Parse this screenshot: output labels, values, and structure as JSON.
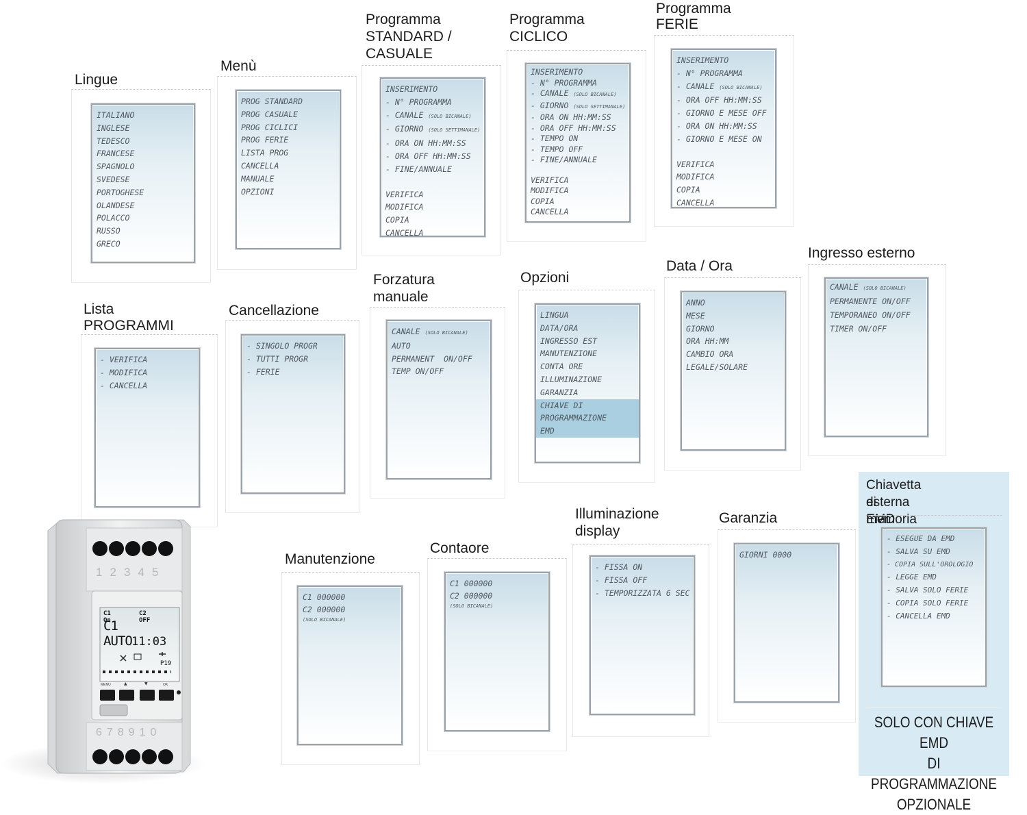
{
  "panels": {
    "lingue": {
      "title": "Lingue",
      "lines": [
        "ITALIANO",
        "INGLESE",
        "TEDESCO",
        "FRANCESE",
        "SPAGNOLO",
        "SVEDESE",
        "PORTOGHESE",
        "OLANDESE",
        "POLACCO",
        "RUSSO",
        "GRECO"
      ]
    },
    "menu": {
      "title": "Menù",
      "lines": [
        "PROG STANDARD",
        "PROG CASUALE",
        "PROG CICLICI",
        "PROG FERIE",
        "LISTA PROG",
        "CANCELLA",
        "MANUALE",
        "OPZIONI"
      ]
    },
    "standard": {
      "title_1": "Programma",
      "title_2": "STANDARD /",
      "title_3": "CASUALE",
      "l1": "INSERIMENTO",
      "l2": "- N° PROGRAMMA",
      "l3": "- CANALE",
      "n3": "(SOLO BICANALE)",
      "l4": "- GIORNO",
      "n4": "(SOLO SETTIMANALE)",
      "l5": "- ORA ON HH:MM:SS",
      "l6": "- ORA OFF HH:MM:SS",
      "l7": "- FINE/ANNUALE",
      "l8": "VERIFICA",
      "l9": "MODIFICA",
      "l10": "COPIA",
      "l11": "CANCELLA"
    },
    "ciclico": {
      "title_1": "Programma",
      "title_2": "CICLICO",
      "l1": "INSERIMENTO",
      "l2": "- N° PROGRAMMA",
      "l3": "- CANALE",
      "n3": "(SOLO BICANALE)",
      "l4": "- GIORNO",
      "n4": "(SOLO SETTIMANALE)",
      "l5": "- ORA ON HH:MM:SS",
      "l6": "- ORA OFF HH:MM:SS",
      "l7": "- TEMPO ON",
      "l8": "- TEMPO OFF",
      "l9": "- FINE/ANNUALE",
      "l10": "VERIFICA",
      "l11": "MODIFICA",
      "l12": "COPIA",
      "l13": "CANCELLA"
    },
    "ferie": {
      "title_1": "Programma",
      "title_2": "FERIE",
      "l1": "INSERIMENTO",
      "l2": "- N° PROGRAMMA",
      "l3": "- CANALE",
      "n3": "(SOLO BICANALE)",
      "l4": "- ORA OFF HH:MM:SS",
      "l5": "- GIORNO E MESE OFF",
      "l6": "- ORA ON HH:MM:SS",
      "l7": "- GIORNO E MESE ON",
      "l8": "VERIFICA",
      "l9": "MODIFICA",
      "l10": "COPIA",
      "l11": "CANCELLA"
    },
    "lista": {
      "title_1": "Lista",
      "title_2": "PROGRAMMI",
      "lines": [
        "- VERIFICA",
        "- MODIFICA",
        "- CANCELLA"
      ]
    },
    "cancellazione": {
      "title": "Cancellazione",
      "lines": [
        "- SINGOLO PROGR",
        "- TUTTI PROGR",
        "- FERIE"
      ]
    },
    "forzatura": {
      "title_1": "Forzatura",
      "title_2": "manuale",
      "l1": "CANALE",
      "n1": "(SOLO BICANALE)",
      "l2": "AUTO",
      "l3": "PERMANENT  ON/OFF",
      "l4": "TEMP ON/OFF"
    },
    "opzioni": {
      "title": "Opzioni",
      "lines": [
        "LINGUA",
        "DATA/ORA",
        "INGRESSO EST",
        "MANUTENZIONE",
        "CONTA ORE",
        "ILLUMINAZIONE",
        "GARANZIA"
      ],
      "hl_lines": [
        "CHIAVE DI",
        "PROGRAMMAZIONE",
        "EMD"
      ]
    },
    "data_ora": {
      "title": "Data / Ora",
      "lines": [
        "ANNO",
        "MESE",
        "GIORNO",
        "ORA HH:MM",
        "CAMBIO ORA",
        "LEGALE/SOLARE"
      ]
    },
    "ingresso": {
      "title": "Ingresso esterno",
      "l1": "CANALE",
      "n1": "(SOLO BICANALE)",
      "l2": "PERMANENTE ON/OFF",
      "l3": "TEMPORANEO ON/OFF",
      "l4": "TIMER ON/OFF"
    },
    "manutenzione": {
      "title": "Manutenzione",
      "l1": "C1 000000",
      "l2": "C2 000000",
      "n2": "(SOLO BICANALE)"
    },
    "contaore": {
      "title": "Contaore",
      "l1": "C1 000000",
      "l2": "C2 000000",
      "n2": "(SOLO BICANALE)"
    },
    "illuminazione": {
      "title_1": "Illuminazione",
      "title_2": "display",
      "lines": [
        "- FISSA ON",
        "- FISSA OFF",
        "- TEMPORIZZATA 6 SEC"
      ]
    },
    "garanzia": {
      "title": "Garanzia",
      "lines": [
        "GIORNI 0000"
      ]
    },
    "emd": {
      "title_1": "Chiavetta di memoria",
      "title_2": "esterna EMD",
      "lines": [
        "- ESEGUE DA EMD",
        "- SALVA SU EMD",
        "- COPIA SULL'OROLOGIO",
        "- LEGGE EMD",
        "- SALVA SOLO FERIE",
        "- COPIA SOLO FERIE",
        "- CANCELLA EMD"
      ],
      "note_1": "SOLO CON CHIAVE EMD",
      "note_2": "DI PROGRAMMAZIONE",
      "note_3": "OPZIONALE"
    }
  },
  "device": {
    "terminals_top": [
      "1",
      "2",
      "3",
      "4",
      "5"
    ],
    "terminals_bottom": [
      "6",
      "7",
      "8",
      "9",
      "10"
    ],
    "display_ch1": "C1 On",
    "display_ch2": "C2 OFF",
    "display_mode": "C1 AUTO",
    "display_time": "11:03",
    "display_prog": "P19",
    "btn_menu": "MENU",
    "btn_ok": "OK",
    "btn_up": "▲",
    "btn_down": "▼"
  },
  "colors": {
    "lcd_top": "#c9dde8",
    "lcd_bottom": "#ffffff",
    "highlight": "#a9cfe0",
    "emd_background": "#d8eaf3",
    "text": "#1c1c1c"
  }
}
